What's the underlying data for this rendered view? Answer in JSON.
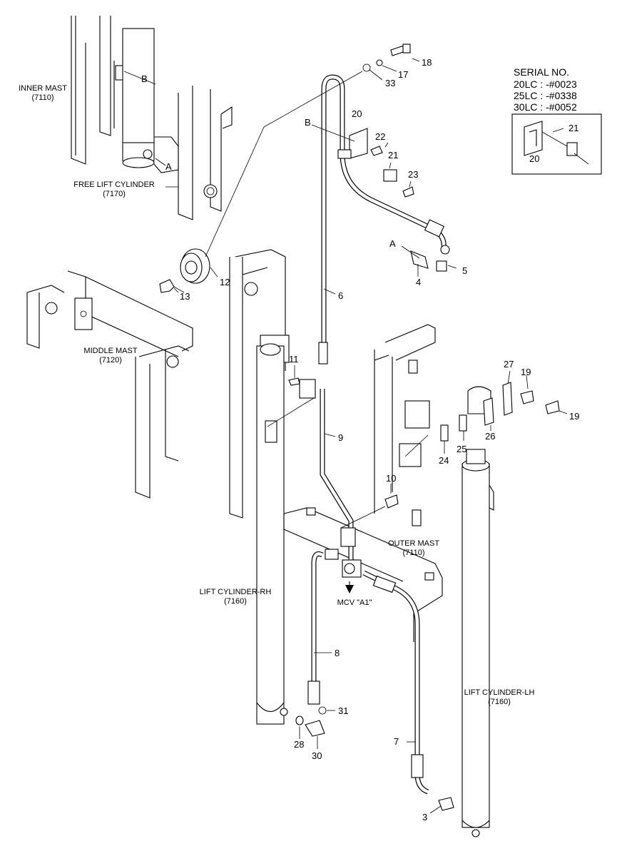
{
  "labels": {
    "inner_mast": [
      "INNER MAST",
      "(7110)"
    ],
    "free_lift_cylinder": [
      "FREE LIFT CYLINDER",
      "(7170)"
    ],
    "middle_mast": [
      "MIDDLE MAST",
      "(7120)"
    ],
    "outer_mast": [
      "OUTER MAST",
      "(7110)"
    ],
    "lift_cylinder_rh": [
      "LIFT CYLINDER-RH",
      "(7160)"
    ],
    "lift_cylinder_lh": [
      "LIFT CYLINDER-LH",
      "(7160)"
    ],
    "mcv": "MCV \"A1\"",
    "ref_a": "A",
    "ref_b": "B"
  },
  "serial_box": {
    "title": "SERIAL NO.",
    "lines": [
      "20LC : -#0023",
      "25LC : -#0338",
      "30LC : -#0052"
    ],
    "callouts": [
      "20",
      "21"
    ]
  },
  "callouts": [
    "18",
    "17",
    "33",
    "20",
    "22",
    "21",
    "23",
    "12",
    "13",
    "4",
    "5",
    "6",
    "11",
    "9",
    "10",
    "8",
    "31",
    "28",
    "30",
    "7",
    "3",
    "27",
    "19",
    "19",
    "26",
    "25",
    "24"
  ]
}
